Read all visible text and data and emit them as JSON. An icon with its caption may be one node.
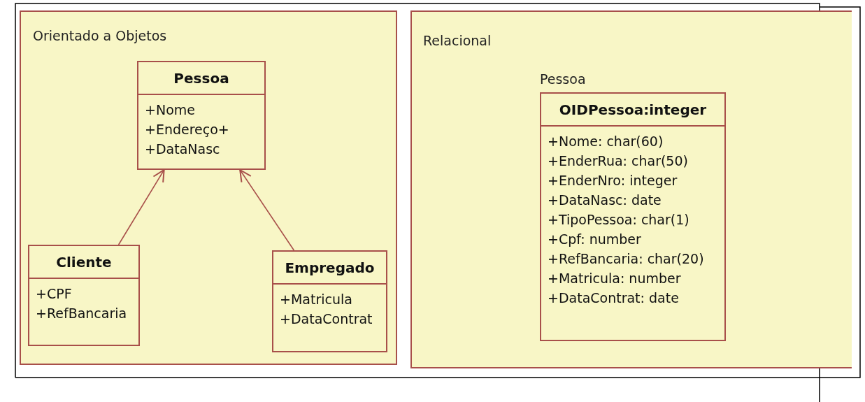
{
  "diagram": {
    "nodes": [
      {
        "text": [
          "Orientado a Objetos"
        ]
      },
      {
        "text": [
          "Pessoa",
          "+Nome",
          "+Endereço+",
          "+DataNasc"
        ],
        "in": 0
      },
      {
        "text": [
          "Cliente",
          "+CPF",
          "+RefBancaria"
        ],
        "in": 0
      },
      {
        "text": [
          "Empregado",
          "+Matricula",
          "+DataContrat"
        ],
        "in": 0
      },
      {
        "text": [
          "Relacional"
        ]
      },
      {
        "text": [
          "OIDPessoa:integer",
          "+Nome: char(60)",
          "+EnderRua: char(50)",
          "+EnderNro: integer",
          "+DataNasc: date",
          "+TipoPessoa: char(1)",
          "+Cpf: number",
          "+RefBancaria: char(20)",
          "+Matricula: number",
          "+DataContrat: date"
        ],
        "in": 4,
        "beside": [
          "Pessoa"
        ]
      }
    ],
    "edges": [
      {
        "from": 2,
        "to": 1,
        "arrow": "to"
      },
      {
        "from": 3,
        "to": 1,
        "arrow": "to"
      }
    ]
  }
}
